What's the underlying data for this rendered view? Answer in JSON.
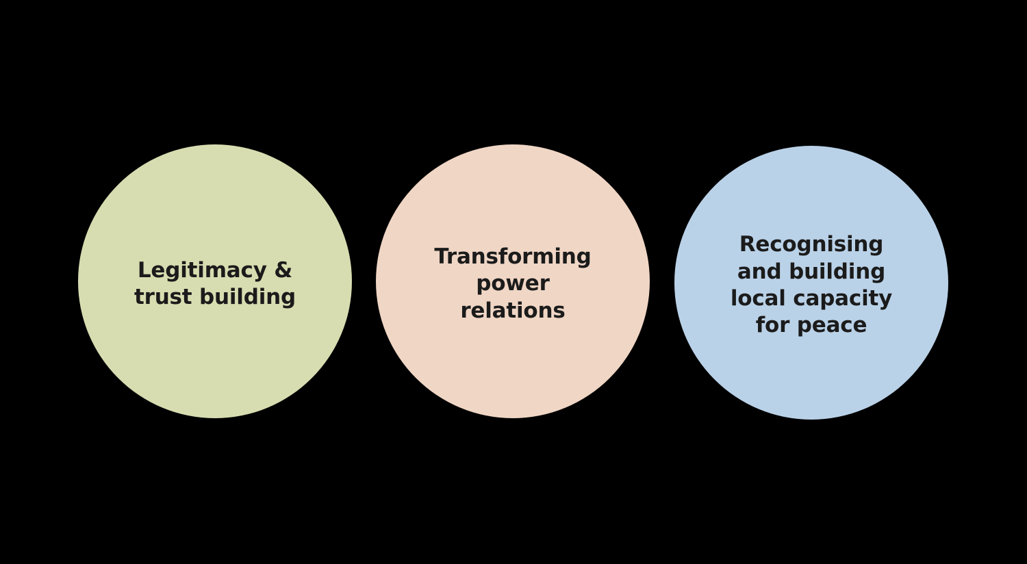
{
  "background_color": "#000000",
  "text_color": "#1b1b1b",
  "circles": [
    {
      "id": "legitimacy-trust",
      "color": "#d8ddb1",
      "text": "Legitimacy & trust building",
      "lines": [
        "Legitimacy &",
        "trust building"
      ]
    },
    {
      "id": "transforming-power",
      "color": "#f0d6c5",
      "text": "Transforming power relations",
      "lines": [
        "Transforming",
        "power",
        "relations"
      ]
    },
    {
      "id": "local-capacity-peace",
      "color": "#bad2e8",
      "text": "Recognising and building local capacity for peace",
      "lines": [
        "Recognising",
        "and building",
        "local capacity",
        "for peace"
      ]
    }
  ]
}
